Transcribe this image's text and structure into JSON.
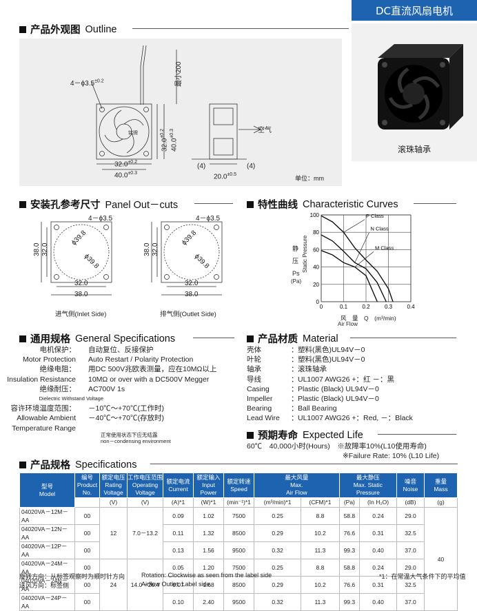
{
  "header": {
    "category": "DC直流风扇电机",
    "product_caption": "滚珠轴承"
  },
  "outline": {
    "title_cn": "产品外观图",
    "title_en": "Outline",
    "hole": "4－ϕ3.5",
    "hole_tol": "±0.2",
    "lead_len": "最小200",
    "dim_32": "32.0",
    "dim_40": "40.0",
    "tol_02": "±0.2",
    "tol_03": "±0.3",
    "dim_20": "20.0",
    "tol_05": "±0.5",
    "dim_4": "(4)",
    "airflow": "空气",
    "unit": "单位：mm",
    "label_text": "铭牌"
  },
  "panel": {
    "title_cn": "安装孔参考尺寸",
    "title_en": "Panel Out－cuts",
    "hole": "4－ϕ3.5",
    "d38": "38.0",
    "d32": "32.0",
    "d398": "ϕ39.8",
    "inlet": "进气侧(Inlet Side)",
    "outlet": "排气侧(Outlet Side)"
  },
  "curves": {
    "title_cn": "特性曲线",
    "title_en": "Characteristic Curves",
    "ylabel_cn": "静\n压",
    "ylabel_en": "Static Pressure",
    "ylabel_sym": "Ps",
    "ylabel_unit": "(Pa)",
    "xlabel": "风　量　Q　(m³/min)",
    "xlabel_en": "Air Flow",
    "yticks": [
      "100",
      "80",
      "60",
      "40",
      "20",
      "0"
    ],
    "xticks": [
      "0",
      "0.1",
      "0.2",
      "0.3",
      "0.4"
    ],
    "s1": "P Class",
    "s2": "N Class",
    "s3": "M Class"
  },
  "general": {
    "title_cn": "通用规格",
    "title_en": "General Specifications",
    "rows": [
      {
        "k": "电机保护：",
        "v": "自动复位、反接保护"
      },
      {
        "k": "Motor Protection",
        "v": "Auto Restart / Polarity Protection"
      },
      {
        "k": "绝缘电阻：",
        "v": "用DC 500V兆欧表测量，应在10MΩ以上"
      },
      {
        "k": "Insulation Resistance",
        "v": "10MΩ or over with a DC500V Megger"
      },
      {
        "k": "绝缘耐压：",
        "v": "AC700V 1s"
      },
      {
        "k": "Dielectric Withstand Voltage",
        "v": ""
      },
      {
        "k": "容许环境温度范围：",
        "v": "－10℃～+70℃(工作时)"
      },
      {
        "k": "Allowable Ambient",
        "v": "－40℃～+70℃(存放时)"
      },
      {
        "k": "Temperature Range",
        "v": ""
      }
    ],
    "note1": "正常使用状态下应无结露",
    "note2": "non－condensing environment"
  },
  "material": {
    "title_cn": "产品材质",
    "title_en": "Material",
    "rows": [
      {
        "k": "壳体",
        "v": "塑料(黑色)UL94V－0"
      },
      {
        "k": "叶轮",
        "v": "塑料(黑色)UL94V－0"
      },
      {
        "k": "轴承",
        "v": "滚珠轴承"
      },
      {
        "k": "导线",
        "v": "UL1007 AWG26 +：红  －：黑"
      },
      {
        "k": "",
        "v": ""
      },
      {
        "k": "Casing",
        "v": "Plastic (Black) UL94V－0"
      },
      {
        "k": "Impeller",
        "v": "Plastic (Black) UL94V－0"
      },
      {
        "k": "Bearing",
        "v": "Ball Bearing"
      },
      {
        "k": "Lead Wire",
        "v": "UL1007 AWG26 +：Red, －：Black"
      }
    ]
  },
  "life": {
    "title_cn": "预期寿命",
    "title_en": "Expected Life",
    "line1": "60℃　40,000小时(Hours)　※故障率10%(L10使用寿命)",
    "line2": "※Failure Rate: 10% (L10 Life)"
  },
  "specs": {
    "title_cn": "产品规格",
    "title_en": "Specifications",
    "h": {
      "model": "型号\nModel",
      "pno": "编号\nProduct\nNo.",
      "rv": "额定电压\nRating\nVoltage",
      "ov": "工作电压范围\nOperating\nVoltage",
      "cur": "额定电流\nCurrent",
      "pow": "额定输入\nInput\nPower",
      "spd": "额定转速\nSpeed",
      "air": "最大风量\nMax.\nAir Flow",
      "pre": "最大静压\nMax. Static\nPressure",
      "noi": "噪音\nNoise",
      "mass": "重量\nMass"
    },
    "u": {
      "rv": "(V)",
      "ov": "(V)",
      "cur": "(A)*1",
      "pow": "(W)*1",
      "spd": "(min⁻¹)*1",
      "air1": "(m³/min)*1",
      "air2": "(CFM)*1",
      "pre1": "(Pa)",
      "pre2": "(In H₂O)",
      "noi": "(dB)",
      "mass": "(g)"
    },
    "rows": [
      [
        "04020VA－12M－AA",
        "00",
        "0.09",
        "1.02",
        "7500",
        "0.25",
        "8.8",
        "58.8",
        "0.24",
        "29.0"
      ],
      [
        "04020VA－12N－AA",
        "00",
        "0.11",
        "1.32",
        "8500",
        "0.29",
        "10.2",
        "76.6",
        "0.31",
        "32.5"
      ],
      [
        "04020VA－12P－AA",
        "00",
        "0.13",
        "1.56",
        "9500",
        "0.32",
        "11.3",
        "99.3",
        "0.40",
        "37.0"
      ],
      [
        "04020VA－24M－AA",
        "00",
        "0.05",
        "1.20",
        "7500",
        "0.25",
        "8.8",
        "58.8",
        "0.24",
        "29.0"
      ],
      [
        "04020VA－24N－AA",
        "00",
        "0.07",
        "1.68",
        "8500",
        "0.29",
        "10.2",
        "76.6",
        "0.31",
        "32.5"
      ],
      [
        "04020VA－24P－AA",
        "00",
        "0.10",
        "2.40",
        "9500",
        "0.32",
        "11.3",
        "99.3",
        "0.40",
        "37.0"
      ]
    ],
    "g1": {
      "rv": "12",
      "ov": "7.0－13.2"
    },
    "g2": {
      "rv": "24",
      "ov": "14.0－26.4"
    },
    "mass": "40"
  },
  "footer": {
    "l1": "旋转方向：从标签观察时为顺时针方向",
    "l2": "送风方向：标签侧",
    "m1": "Rotation: Clockwise as seen from the label side",
    "m2": "Airflow Outlet: Label side",
    "r1": "*1：在常温大气条件下的平均值"
  },
  "chart_data": {
    "type": "line",
    "title": "",
    "xlabel": "风量 Q (m³/min) / Air Flow",
    "ylabel": "静压 Static Pressure Ps (Pa)",
    "xlim": [
      0,
      0.4
    ],
    "ylim": [
      0,
      100
    ],
    "series": [
      {
        "name": "P Class",
        "x": [
          0,
          0.05,
          0.1,
          0.15,
          0.2,
          0.25,
          0.3,
          0.32
        ],
        "y": [
          99,
          92,
          80,
          62,
          48,
          35,
          15,
          0
        ]
      },
      {
        "name": "N Class",
        "x": [
          0,
          0.05,
          0.1,
          0.15,
          0.2,
          0.25,
          0.29
        ],
        "y": [
          77,
          70,
          58,
          45,
          38,
          22,
          0
        ]
      },
      {
        "name": "M Class",
        "x": [
          0,
          0.05,
          0.1,
          0.15,
          0.2,
          0.25
        ],
        "y": [
          59,
          54,
          45,
          40,
          30,
          0
        ]
      }
    ]
  }
}
